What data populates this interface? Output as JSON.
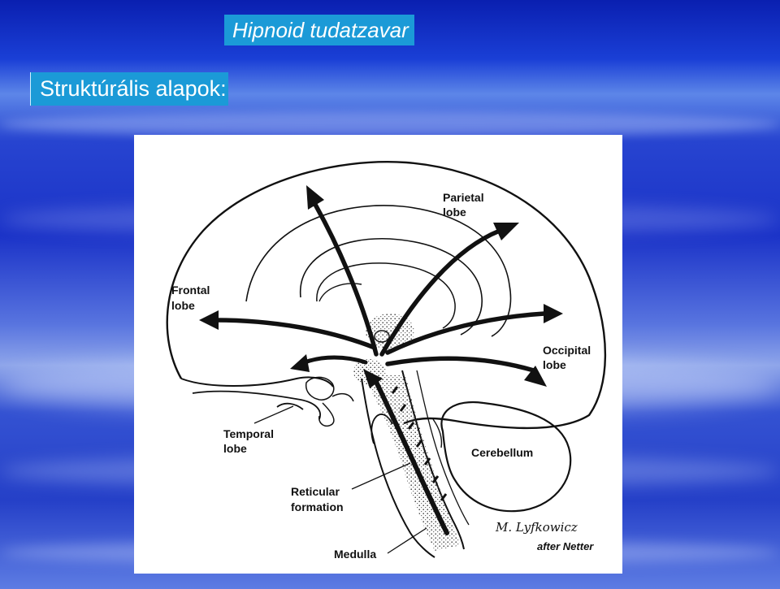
{
  "slide": {
    "title": "Hipnoid tudatzavar",
    "subtitle": "Struktúrális alapok:"
  },
  "figure": {
    "labels": {
      "parietal_1": "Parietal",
      "parietal_2": "lobe",
      "frontal_1": "Frontal",
      "frontal_2": "lobe",
      "occipital_1": "Occipital",
      "occipital_2": "lobe",
      "temporal_1": "Temporal",
      "temporal_2": "lobe",
      "cerebellum": "Cerebellum",
      "reticular_1": "Reticular",
      "reticular_2": "formation",
      "medulla": "Medulla"
    },
    "signature": "M. Lyfkowicz",
    "credit": "after Netter"
  },
  "colors": {
    "label_box": "#1b9ad7",
    "figure_bg": "#ffffff",
    "ink": "#111111"
  }
}
